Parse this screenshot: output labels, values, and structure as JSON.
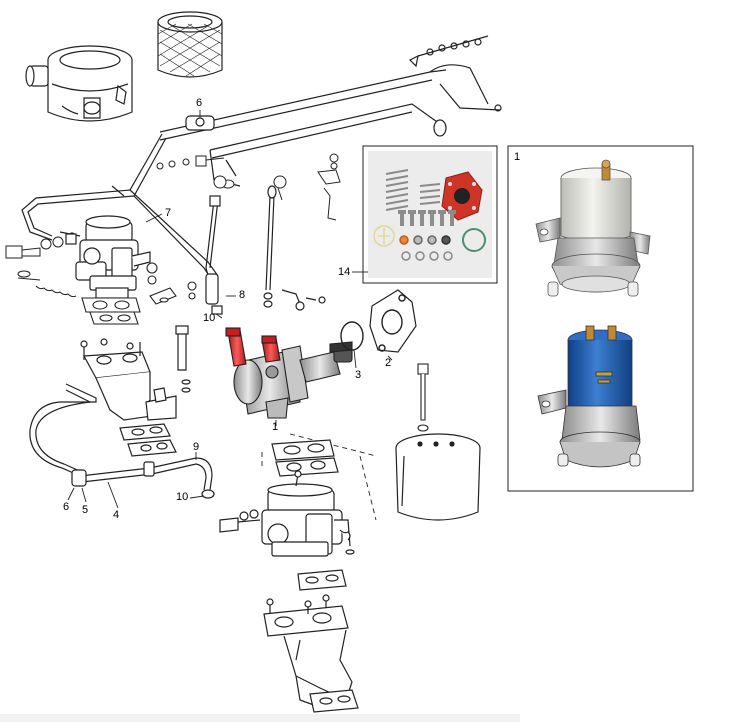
{
  "callouts": {
    "air_filter_hose": "6",
    "breather_pipe": "7",
    "fuel_line_upper": "8",
    "clip_upper": "10",
    "kit_label": "14",
    "pump_gasket": "2",
    "o_ring": "3",
    "fuel_pump": "1",
    "photo_panel": "1",
    "hose_long": "9",
    "clip_lower": "10",
    "clamp_6": "6",
    "clamp_5": "5",
    "line_4": "4"
  },
  "colors": {
    "line": "#222222",
    "pump_red": "#d42a2a",
    "electric_pump_blue": "#1e5fb0",
    "electric_pump_white": "#e6e6e2",
    "metal": "#b8b8b8",
    "diaphragm_red": "#cf3527",
    "spring_silver": "#9a9a9a",
    "ring_green": "#4a8f6e"
  },
  "icons": [
    "air-filter-icon",
    "fuel-pump-icon",
    "carburetor-icon",
    "electric-fuel-pump-icon",
    "repair-kit-icon"
  ]
}
